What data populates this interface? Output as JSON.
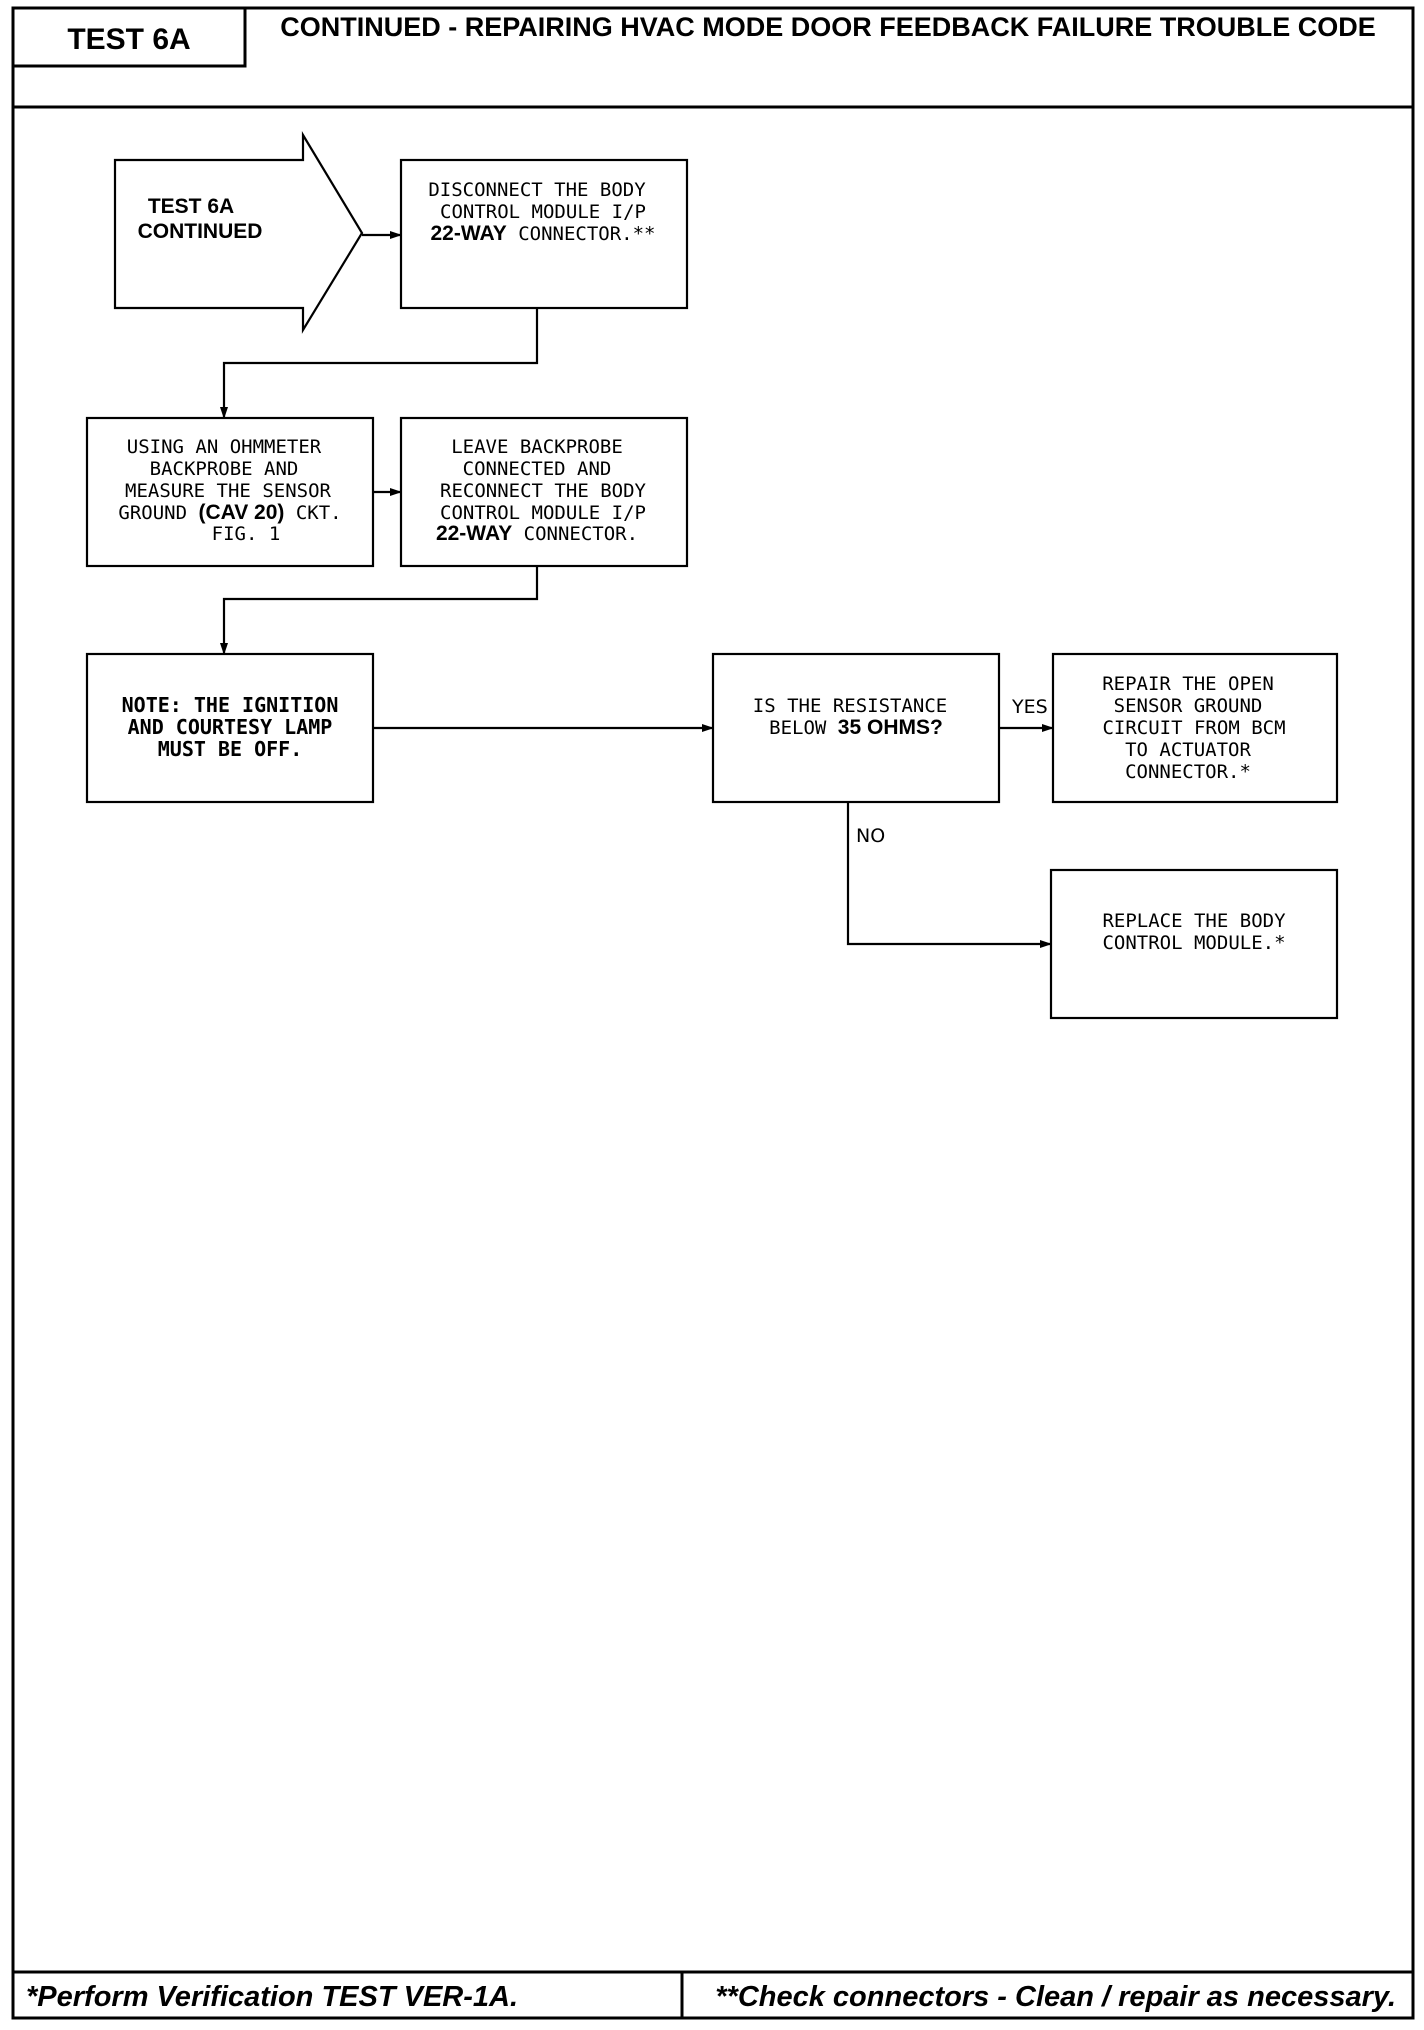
{
  "header": {
    "test_label": "TEST 6A",
    "title": "CONTINUED - REPAIRING HVAC MODE DOOR FEEDBACK FAILURE TROUBLE CODE"
  },
  "flow": {
    "start_arrow": {
      "line1": "TEST 6A",
      "line2": "CONTINUED"
    },
    "disconnect": {
      "line1": "DISCONNECT THE BODY",
      "line2": "CONTROL MODULE I/P",
      "line3_bold": "22-WAY",
      "line3_rest": " CONNECTOR.**"
    },
    "ohmmeter": {
      "line1": "USING AN OHMMETER",
      "line2": "BACKPROBE AND",
      "line3": "MEASURE THE SENSOR",
      "line4_pre": "GROUND ",
      "line4_bold": "(CAV 20)",
      "line4_post": " CKT.",
      "line5": "FIG. 1"
    },
    "leave_backprobe": {
      "line1": "LEAVE BACKPROBE",
      "line2": "CONNECTED AND",
      "line3": "RECONNECT THE BODY",
      "line4": "CONTROL MODULE I/P",
      "line5_bold": "22-WAY",
      "line5_rest": " CONNECTOR."
    },
    "note": {
      "line1": "NOTE: THE IGNITION",
      "line2": "AND COURTESY LAMP",
      "line3": "MUST BE OFF."
    },
    "question": {
      "line1": "IS THE RESISTANCE",
      "line2_pre": "BELOW ",
      "line2_bold": "35 OHMS?"
    },
    "repair_open": {
      "line1": "REPAIR THE OPEN",
      "line2": "SENSOR GROUND",
      "line3": "CIRCUIT FROM BCM",
      "line4": "TO ACTUATOR",
      "line5": "CONNECTOR.*"
    },
    "replace_bcm": {
      "line1": "REPLACE THE BODY",
      "line2": "CONTROL MODULE.*"
    },
    "yes_label": "YES",
    "no_label": "NO"
  },
  "footer": {
    "left": "*Perform Verification TEST VER-1A.",
    "right": "**Check connectors - Clean / repair as necessary."
  }
}
